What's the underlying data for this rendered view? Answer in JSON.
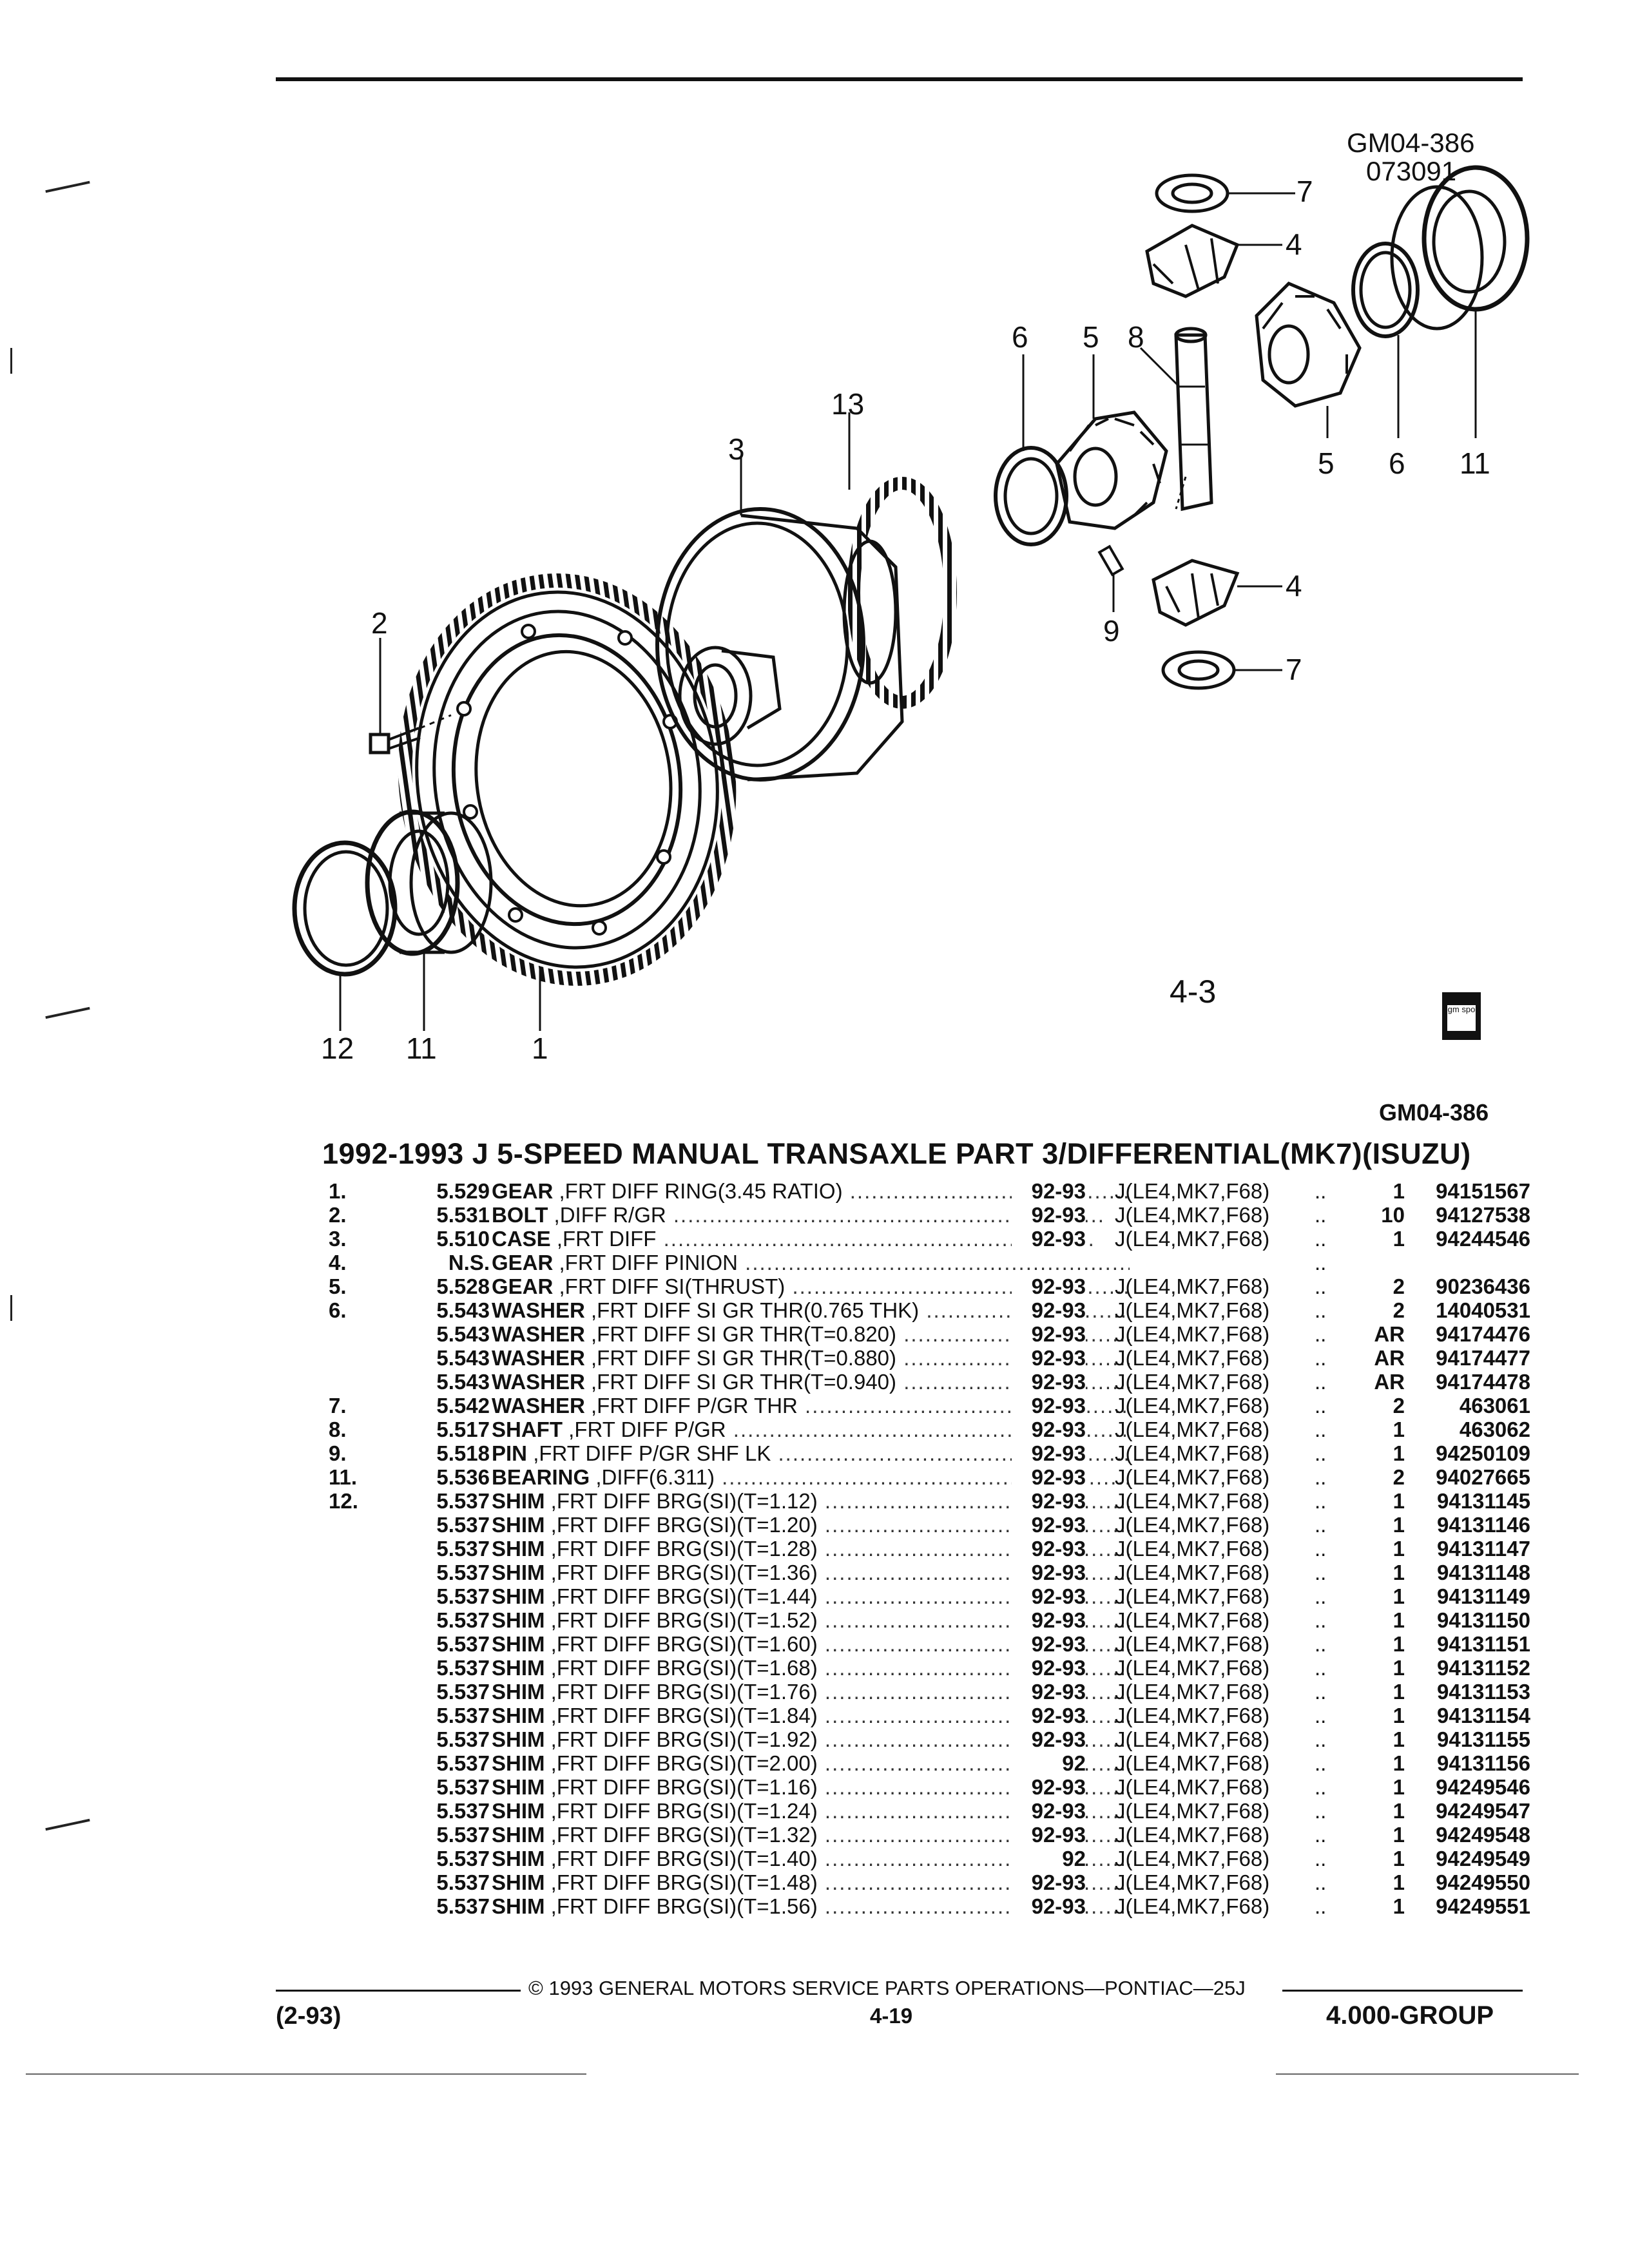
{
  "figure": {
    "id": "GM04-386",
    "code": "073091",
    "number": "4-3",
    "logo_text": "gm spo",
    "callouts": [
      "7",
      "4",
      "6",
      "5",
      "8",
      "13",
      "3",
      "5",
      "6",
      "11",
      "4",
      "9",
      "7",
      "2",
      "12",
      "11",
      "1"
    ]
  },
  "header": {
    "figure_ref": "GM04-386",
    "title": "1992-1993 J 5-SPEED MANUAL TRANSAXLE PART 3/DIFFERENTIAL(MK7)(ISUZU)"
  },
  "parts": [
    {
      "ref": "1.",
      "group": "5.529",
      "noun": "GEAR",
      "desc": ",FRT DIFF RING(3.45 RATIO)",
      "years": "92-93",
      "models": "J(LE4,MK7,F68)",
      "qty": "1",
      "part": "94151567"
    },
    {
      "ref": "2.",
      "group": "5.531",
      "noun": "BOLT",
      "desc": ",DIFF R/GR",
      "years": "92-93",
      "models": "J(LE4,MK7,F68)",
      "qty": "10",
      "part": "94127538"
    },
    {
      "ref": "3.",
      "group": "5.510",
      "noun": "CASE",
      "desc": ",FRT DIFF",
      "years": "92-93",
      "models": "J(LE4,MK7,F68)",
      "qty": "1",
      "part": "94244546"
    },
    {
      "ref": "4.",
      "group": "N.S.",
      "noun": "GEAR",
      "desc": ",FRT DIFF PINION",
      "years": "",
      "models": "",
      "qty": "",
      "part": ""
    },
    {
      "ref": "5.",
      "group": "5.528",
      "noun": "GEAR",
      "desc": ",FRT DIFF SI(THRUST)",
      "years": "92-93",
      "models": "J(LE4,MK7,F68)",
      "qty": "2",
      "part": "90236436"
    },
    {
      "ref": "6.",
      "group": "5.543",
      "noun": "WASHER",
      "desc": ",FRT DIFF SI GR THR(0.765 THK)",
      "years": "92-93",
      "models": "J(LE4,MK7,F68)",
      "qty": "2",
      "part": "14040531"
    },
    {
      "ref": "",
      "group": "5.543",
      "noun": "WASHER",
      "desc": ",FRT DIFF SI GR THR(T=0.820)",
      "years": "92-93",
      "models": "J(LE4,MK7,F68)",
      "qty": "AR",
      "part": "94174476"
    },
    {
      "ref": "",
      "group": "5.543",
      "noun": "WASHER",
      "desc": ",FRT DIFF SI GR THR(T=0.880)",
      "years": "92-93",
      "models": "J(LE4,MK7,F68)",
      "qty": "AR",
      "part": "94174477"
    },
    {
      "ref": "",
      "group": "5.543",
      "noun": "WASHER",
      "desc": ",FRT DIFF SI GR THR(T=0.940)",
      "years": "92-93",
      "models": "J(LE4,MK7,F68)",
      "qty": "AR",
      "part": "94174478"
    },
    {
      "ref": "7.",
      "group": "5.542",
      "noun": "WASHER",
      "desc": ",FRT DIFF P/GR THR",
      "years": "92-93",
      "models": "J(LE4,MK7,F68)",
      "qty": "2",
      "part": "463061"
    },
    {
      "ref": "8.",
      "group": "5.517",
      "noun": "SHAFT",
      "desc": ",FRT DIFF P/GR",
      "years": "92-93",
      "models": "J(LE4,MK7,F68)",
      "qty": "1",
      "part": "463062"
    },
    {
      "ref": "9.",
      "group": "5.518",
      "noun": "PIN",
      "desc": ",FRT DIFF P/GR SHF LK",
      "years": "92-93",
      "models": "J(LE4,MK7,F68)",
      "qty": "1",
      "part": "94250109"
    },
    {
      "ref": "11.",
      "group": "5.536",
      "noun": "BEARING",
      "desc": ",DIFF(6.311)",
      "years": "92-93",
      "models": "J(LE4,MK7,F68)",
      "qty": "2",
      "part": "94027665"
    },
    {
      "ref": "12.",
      "group": "5.537",
      "noun": "SHIM",
      "desc": ",FRT DIFF BRG(SI)(T=1.12)",
      "years": "92-93",
      "models": "J(LE4,MK7,F68)",
      "qty": "1",
      "part": "94131145"
    },
    {
      "ref": "",
      "group": "5.537",
      "noun": "SHIM",
      "desc": ",FRT DIFF BRG(SI)(T=1.20)",
      "years": "92-93",
      "models": "J(LE4,MK7,F68)",
      "qty": "1",
      "part": "94131146"
    },
    {
      "ref": "",
      "group": "5.537",
      "noun": "SHIM",
      "desc": ",FRT DIFF BRG(SI)(T=1.28)",
      "years": "92-93",
      "models": "J(LE4,MK7,F68)",
      "qty": "1",
      "part": "94131147"
    },
    {
      "ref": "",
      "group": "5.537",
      "noun": "SHIM",
      "desc": ",FRT DIFF BRG(SI)(T=1.36)",
      "years": "92-93",
      "models": "J(LE4,MK7,F68)",
      "qty": "1",
      "part": "94131148"
    },
    {
      "ref": "",
      "group": "5.537",
      "noun": "SHIM",
      "desc": ",FRT DIFF BRG(SI)(T=1.44)",
      "years": "92-93",
      "models": "J(LE4,MK7,F68)",
      "qty": "1",
      "part": "94131149"
    },
    {
      "ref": "",
      "group": "5.537",
      "noun": "SHIM",
      "desc": ",FRT DIFF BRG(SI)(T=1.52)",
      "years": "92-93",
      "models": "J(LE4,MK7,F68)",
      "qty": "1",
      "part": "94131150"
    },
    {
      "ref": "",
      "group": "5.537",
      "noun": "SHIM",
      "desc": ",FRT DIFF BRG(SI)(T=1.60)",
      "years": "92-93",
      "models": "J(LE4,MK7,F68)",
      "qty": "1",
      "part": "94131151"
    },
    {
      "ref": "",
      "group": "5.537",
      "noun": "SHIM",
      "desc": ",FRT DIFF BRG(SI)(T=1.68)",
      "years": "92-93",
      "models": "J(LE4,MK7,F68)",
      "qty": "1",
      "part": "94131152"
    },
    {
      "ref": "",
      "group": "5.537",
      "noun": "SHIM",
      "desc": ",FRT DIFF BRG(SI)(T=1.76)",
      "years": "92-93",
      "models": "J(LE4,MK7,F68)",
      "qty": "1",
      "part": "94131153"
    },
    {
      "ref": "",
      "group": "5.537",
      "noun": "SHIM",
      "desc": ",FRT DIFF BRG(SI)(T=1.84)",
      "years": "92-93",
      "models": "J(LE4,MK7,F68)",
      "qty": "1",
      "part": "94131154"
    },
    {
      "ref": "",
      "group": "5.537",
      "noun": "SHIM",
      "desc": ",FRT DIFF BRG(SI)(T=1.92)",
      "years": "92-93",
      "models": "J(LE4,MK7,F68)",
      "qty": "1",
      "part": "94131155"
    },
    {
      "ref": "",
      "group": "5.537",
      "noun": "SHIM",
      "desc": ",FRT DIFF BRG(SI)(T=2.00)",
      "years": "92",
      "models": "J(LE4,MK7,F68)",
      "qty": "1",
      "part": "94131156"
    },
    {
      "ref": "",
      "group": "5.537",
      "noun": "SHIM",
      "desc": ",FRT DIFF BRG(SI)(T=1.16)",
      "years": "92-93",
      "models": "J(LE4,MK7,F68)",
      "qty": "1",
      "part": "94249546"
    },
    {
      "ref": "",
      "group": "5.537",
      "noun": "SHIM",
      "desc": ",FRT DIFF BRG(SI)(T=1.24)",
      "years": "92-93",
      "models": "J(LE4,MK7,F68)",
      "qty": "1",
      "part": "94249547"
    },
    {
      "ref": "",
      "group": "5.537",
      "noun": "SHIM",
      "desc": ",FRT DIFF BRG(SI)(T=1.32)",
      "years": "92-93",
      "models": "J(LE4,MK7,F68)",
      "qty": "1",
      "part": "94249548"
    },
    {
      "ref": "",
      "group": "5.537",
      "noun": "SHIM",
      "desc": ",FRT DIFF BRG(SI)(T=1.40)",
      "years": "92",
      "models": "J(LE4,MK7,F68)",
      "qty": "1",
      "part": "94249549"
    },
    {
      "ref": "",
      "group": "5.537",
      "noun": "SHIM",
      "desc": ",FRT DIFF BRG(SI)(T=1.48)",
      "years": "92-93",
      "models": "J(LE4,MK7,F68)",
      "qty": "1",
      "part": "94249550"
    },
    {
      "ref": "",
      "group": "5.537",
      "noun": "SHIM",
      "desc": ",FRT DIFF BRG(SI)(T=1.56)",
      "years": "92-93",
      "models": "J(LE4,MK7,F68)",
      "qty": "1",
      "part": "94249551"
    }
  ],
  "footer": {
    "copyright": "© 1993 GENERAL MOTORS SERVICE PARTS OPERATIONS—PONTIAC—25J",
    "date_code": "(2-93)",
    "page": "4-19",
    "group": "4.000-GROUP"
  }
}
